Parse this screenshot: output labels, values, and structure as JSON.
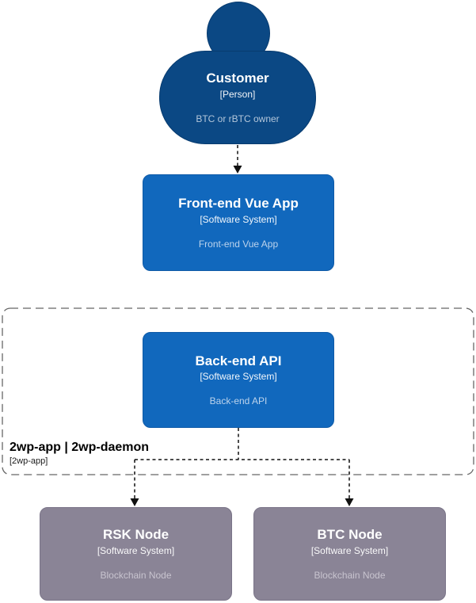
{
  "diagram": {
    "type": "c4-system-context",
    "background": "#ffffff",
    "nodes": {
      "customer": {
        "shape": "person",
        "title": "Customer",
        "subtitle": "[Person]",
        "description": "BTC or rBTC owner",
        "fill": "#0b4884",
        "border": "#073b6f"
      },
      "frontend": {
        "shape": "rounded-box",
        "title": "Front-end Vue App",
        "subtitle": "[Software System]",
        "description": "Front-end Vue App",
        "fill": "#1168bd",
        "border": "#0e5aa7"
      },
      "backend": {
        "shape": "rounded-box",
        "title": "Back-end API",
        "subtitle": "[Software System]",
        "description": "Back-end API",
        "fill": "#1168bd",
        "border": "#0e5aa7"
      },
      "rsk": {
        "shape": "rounded-box",
        "title": "RSK Node",
        "subtitle": "[Software System]",
        "description": "Blockchain Node",
        "fill": "#8a8496",
        "border": "#7a7488"
      },
      "btc": {
        "shape": "rounded-box",
        "title": "BTC Node",
        "subtitle": "[Software System]",
        "description": "Blockchain Node",
        "fill": "#8a8496",
        "border": "#7a7488"
      }
    },
    "boundary": {
      "title": "2wp-app | 2wp-daemon",
      "subtitle": "[2wp-app]",
      "border_color": "#666666"
    },
    "connectors": {
      "style": "dashed",
      "color": "#111111",
      "edges": [
        {
          "from": "customer",
          "to": "frontend"
        },
        {
          "from": "backend",
          "to": "rsk"
        },
        {
          "from": "backend",
          "to": "btc"
        }
      ]
    }
  }
}
